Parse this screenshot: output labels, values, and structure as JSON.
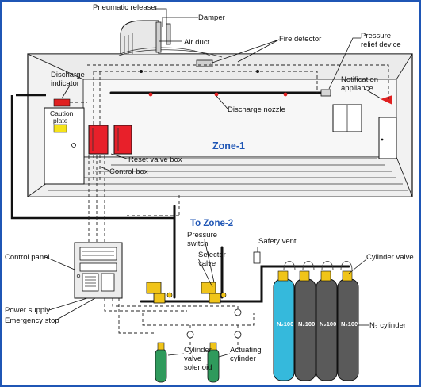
{
  "labels": {
    "pneumatic_releaser": "Pneumatic releaser",
    "damper": "Damper",
    "air_duct": "Air duct",
    "fire_detector": "Fire detector",
    "pressure_relief_device_1": "Pressure",
    "pressure_relief_device_2": "relief device",
    "discharge_indicator_1": "Discharge",
    "discharge_indicator_2": "indicator",
    "notification_appliance_1": "Notification",
    "notification_appliance_2": "appliance",
    "caution_plate_1": "Caution",
    "caution_plate_2": "plate",
    "discharge_nozzle": "Discharge nozzle",
    "zone_1": "Zone-1",
    "reset_valve_box": "Reset valve box",
    "control_box": "Control box",
    "to_zone_2": "To Zone-2",
    "control_panel": "Control panel",
    "pressure_switch_1": "Pressure",
    "pressure_switch_2": "switch",
    "selector_valve_1": "Selector",
    "selector_valve_2": "valve",
    "safety_vent": "Safety vent",
    "cylinder_valve": "Cylinder valve",
    "power_supply": "Power supply",
    "emergency_stop": "Emergency stop",
    "n2_cylinder": "N₂ cylinder",
    "cylinder_valve_solenoid_1": "Cylinder",
    "cylinder_valve_solenoid_2": "valve",
    "cylinder_valve_solenoid_3": "solenoid",
    "actuating_cylinder_1": "Actuating",
    "actuating_cylinder_2": "cylinder",
    "cylinder_marking": "N₂100"
  },
  "colors": {
    "frame_blue": "#1f56b5",
    "room_fill": "#f2f2f2",
    "control_box_red": "#e8202a",
    "caution_yellow": "#f5e31a",
    "valve_yellow": "#f0c419",
    "n2_cylinder_gray": "#5a5a5a",
    "blue_cylinder": "#35b9dc",
    "green_cylinder": "#2f9a5c",
    "nozzle_red": "#e02020"
  }
}
